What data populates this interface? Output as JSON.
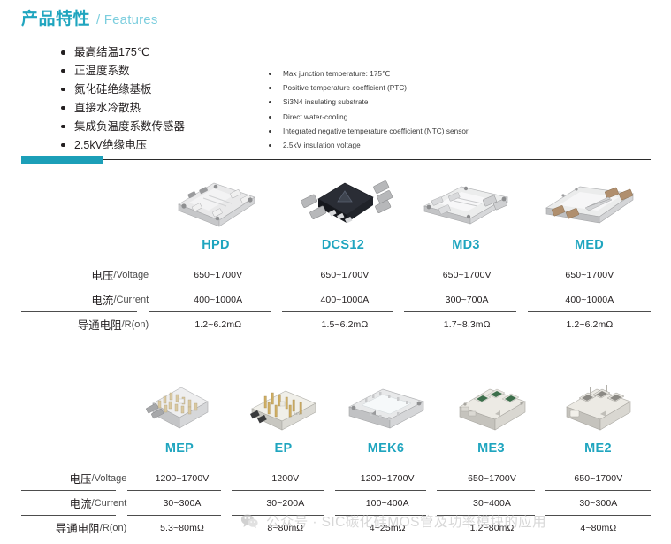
{
  "header": {
    "title_cn": "产品特性",
    "title_en": "/ Features"
  },
  "features_cn": [
    "最高结温175℃",
    "正温度系数",
    "氮化硅绝缘基板",
    "直接水冷散热",
    "集成负温度系数传感器",
    "2.5kV绝缘电压"
  ],
  "features_en": [
    "Max junction temperature: 175℃",
    "Positive temperature coefficient (PTC)",
    "Si3N4 insulating substrate",
    "Direct water-cooling",
    "Integrated negative temperature coefficient (NTC) sensor",
    "2.5kV insulation voltage"
  ],
  "spec_labels": [
    {
      "cn": "电压",
      "en": "/Voltage"
    },
    {
      "cn": "电流",
      "en": "/Current"
    },
    {
      "cn": "导通电阻",
      "en": "/R(on)"
    }
  ],
  "table1": {
    "products": [
      "HPD",
      "DCS12",
      "MD3",
      "MED"
    ],
    "rows": [
      {
        "label_cn": "电压",
        "label_en": "/Voltage",
        "values": [
          "650~1700V",
          "650~1700V",
          "650~1700V",
          "650~1700V"
        ]
      },
      {
        "label_cn": "电流",
        "label_en": "/Current",
        "values": [
          "400~1000A",
          "400~1000A",
          "300~700A",
          "400~1000A"
        ]
      },
      {
        "label_cn": "导通电阻",
        "label_en": "/R(on)",
        "values": [
          "1.2~6.2mΩ",
          "1.5~6.2mΩ",
          "1.7~8.3mΩ",
          "1.2~6.2mΩ"
        ]
      }
    ]
  },
  "table2": {
    "products": [
      "MEP",
      "EP",
      "MEK6",
      "ME3",
      "ME2"
    ],
    "rows": [
      {
        "label_cn": "电压",
        "label_en": "/Voltage",
        "values": [
          "1200~1700V",
          "1200V",
          "1200~1700V",
          "650~1700V",
          "650~1700V"
        ]
      },
      {
        "label_cn": "电流",
        "label_en": "/Current",
        "values": [
          "30~300A",
          "30~200A",
          "100~400A",
          "30~400A",
          "30~300A"
        ]
      },
      {
        "label_cn": "导通电阻",
        "label_en": "/R(on)",
        "values": [
          "5.3~80mΩ",
          "8~80mΩ",
          "4~25mΩ",
          "1.2~80mΩ",
          "4~80mΩ"
        ]
      }
    ]
  },
  "watermark": {
    "text": "公众号 · SIC碳化硅MOS管及功率模块的应用",
    "icon": "wechat-icon"
  },
  "colors": {
    "accent": "#1fa5bf",
    "accent_light": "#7ccede",
    "divider_block": "#1c9fb8",
    "text": "#231f20",
    "rule": "#4d4d4d",
    "watermark": "#bfbfbf"
  }
}
